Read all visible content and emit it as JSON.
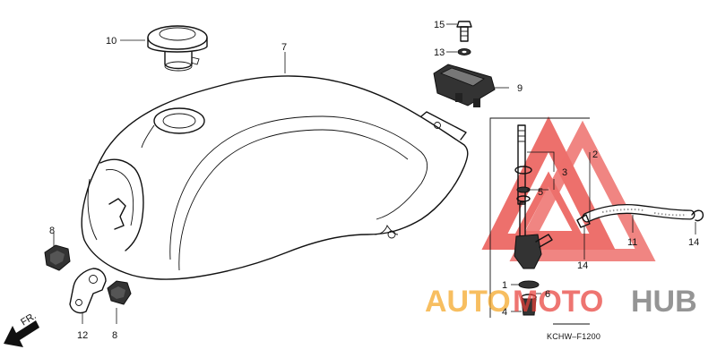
{
  "diagram": {
    "part_labels": {
      "p2": "2",
      "p3": "3",
      "p5": "5",
      "p7": "7",
      "p9": "9",
      "p10": "10",
      "p11": "11",
      "p12": "12",
      "p13": "13",
      "p15": "15",
      "p1": "1",
      "p4": "4",
      "p6": "6",
      "p8a": "8",
      "p8b": "8",
      "p14a": "14",
      "p14b": "14"
    },
    "front_marker": "FR.",
    "diagram_code": "KCHW–F1200"
  },
  "watermark": {
    "text_left": "AUTO",
    "text_mid": "MOTO",
    "text_right": "HUB",
    "color_red": "#e8413b",
    "color_orange": "#f5a623",
    "color_gray": "#6d6d6d"
  }
}
